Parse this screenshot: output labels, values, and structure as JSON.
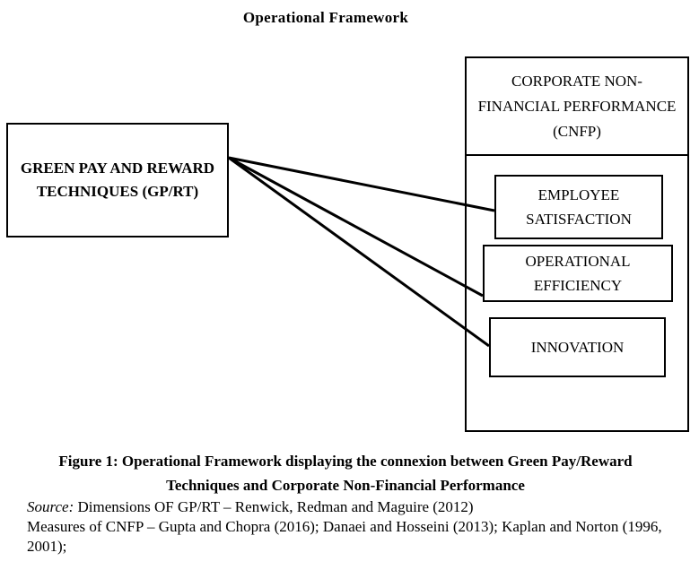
{
  "title": "Operational Framework",
  "boxes": {
    "gprt": "GREEN PAY AND REWARD TECHNIQUES (GP/RT)",
    "cnfp": "CORPORATE NON-FINANCIAL PERFORMANCE (CNFP)",
    "employee_satisfaction": "EMPLOYEE SATISFACTION",
    "operational_efficiency": "OPERATIONAL EFFICIENCY",
    "innovation": "INNOVATION"
  },
  "caption": "Figure 1: Operational Framework displaying the connexion between Green Pay/Reward Techniques and Corporate Non-Financial Performance",
  "source": {
    "label": "Source:",
    "line1": " Dimensions OF GP/RT – Renwick, Redman and Maguire (2012)",
    "line2": "Measures of CNFP – Gupta and Chopra (2016); Danaei and Hosseini (2013); Kaplan and Norton (1996, 2001);"
  }
}
